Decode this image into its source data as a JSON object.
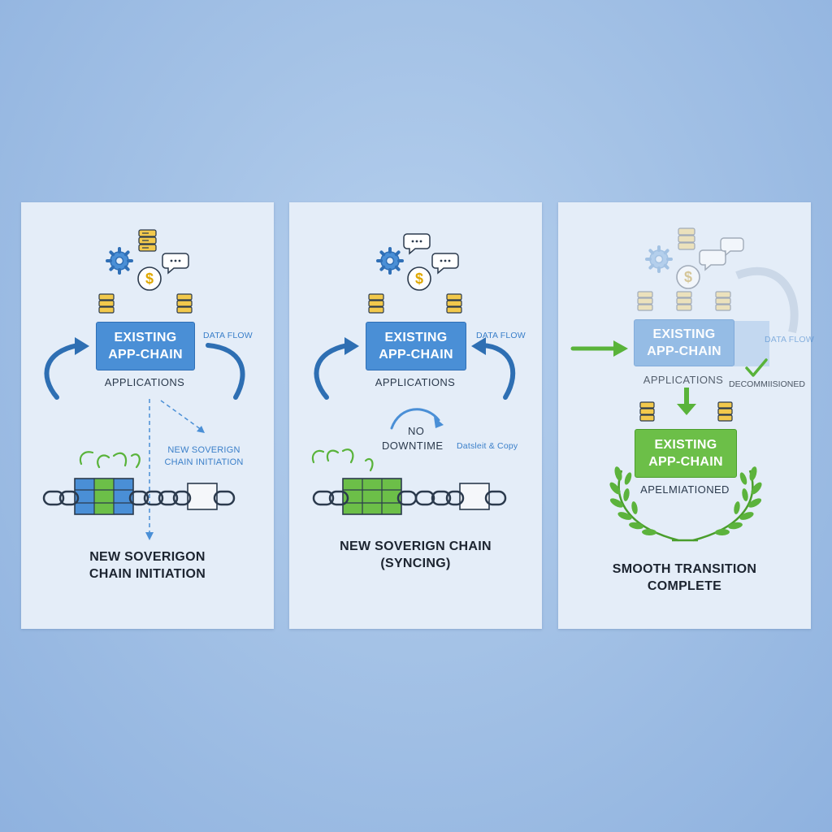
{
  "panels": [
    {
      "box_line1": "EXISTING",
      "box_line2": "APP-CHAIN",
      "box_caption": "APPLICATIONS",
      "data_flow_label": "DATA FLOW",
      "annotation_line1": "NEW SOVERIGN",
      "annotation_line2": "CHAIN INITIATION",
      "title_line1": "NEW SOVERIGON",
      "title_line2": "CHAIN INITIATION"
    },
    {
      "box_line1": "EXISTING",
      "box_line2": "APP-CHAIN",
      "box_caption": "APPLICATIONS",
      "data_flow_label": "DATA FLOW",
      "no_label": "NO",
      "downtime_label": "DOWNTIME",
      "copy_label": "Datsleit & Copy",
      "title_line1": "NEW SOVERIGN CHAIN",
      "title_line2": "(SYNCING)"
    },
    {
      "box_line1": "EXISTING",
      "box_line2": "APP-CHAIN",
      "box_caption": "APPLICATIONS",
      "data_flow_label": "DATA FLOW",
      "decommissioned_label": "DECOMMIISIONED",
      "new_box_line1": "EXISTING",
      "new_box_line2": "APP-CHAIN",
      "new_box_caption": "APELMIATIONED",
      "title_line1": "SMOOTH TRANSITION",
      "title_line2": "COMPLETE"
    }
  ],
  "colors": {
    "accent_blue": "#4a8fd6",
    "accent_green": "#6cbf48",
    "arrow_blue": "#2e6fb3",
    "panel_bg": "#e4edf8"
  },
  "icons": [
    "gear-icon",
    "database-icon",
    "dollar-icon",
    "chat-icon",
    "chain-icon",
    "laurel-icon",
    "checkmark-icon"
  ]
}
